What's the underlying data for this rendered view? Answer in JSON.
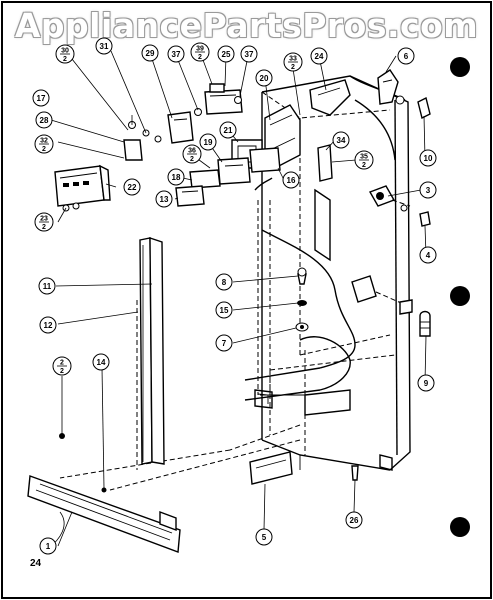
{
  "watermark": "AppliancePartsPros.com",
  "page_number": "24",
  "callouts": [
    {
      "id": "c1",
      "label": "1"
    },
    {
      "id": "c3",
      "label": "3"
    },
    {
      "id": "c4",
      "label": "4"
    },
    {
      "id": "c5",
      "label": "5"
    },
    {
      "id": "c6",
      "label": "6"
    },
    {
      "id": "c7",
      "label": "7"
    },
    {
      "id": "c8",
      "label": "8"
    },
    {
      "id": "c9",
      "label": "9"
    },
    {
      "id": "c10",
      "label": "10"
    },
    {
      "id": "c11",
      "label": "11"
    },
    {
      "id": "c12",
      "label": "12"
    },
    {
      "id": "c13",
      "label": "13"
    },
    {
      "id": "c14",
      "label": "14"
    },
    {
      "id": "c15",
      "label": "15"
    },
    {
      "id": "c16",
      "label": "16"
    },
    {
      "id": "c17",
      "label": "17"
    },
    {
      "id": "c18",
      "label": "18"
    },
    {
      "id": "c19",
      "label": "19"
    },
    {
      "id": "c20",
      "label": "20"
    },
    {
      "id": "c21",
      "label": "21"
    },
    {
      "id": "c22",
      "label": "22"
    },
    {
      "id": "c24",
      "label": "24"
    },
    {
      "id": "c25",
      "label": "25"
    },
    {
      "id": "c26",
      "label": "26"
    },
    {
      "id": "c28",
      "label": "28"
    },
    {
      "id": "c29",
      "label": "29"
    },
    {
      "id": "c31",
      "label": "31"
    },
    {
      "id": "c34",
      "label": "34"
    },
    {
      "id": "c37a",
      "label": "37"
    },
    {
      "id": "c37b",
      "label": "37"
    },
    {
      "id": "f30",
      "label": "30",
      "den": "2"
    },
    {
      "id": "f39",
      "label": "39",
      "den": "2"
    },
    {
      "id": "f33",
      "label": "33",
      "den": "2"
    },
    {
      "id": "f32",
      "label": "32",
      "den": "2"
    },
    {
      "id": "f36",
      "label": "36",
      "den": "2"
    },
    {
      "id": "f23",
      "label": "23",
      "den": "2"
    },
    {
      "id": "f35",
      "label": "35",
      "den": "2"
    },
    {
      "id": "f2",
      "label": "2",
      "den": "2"
    }
  ]
}
